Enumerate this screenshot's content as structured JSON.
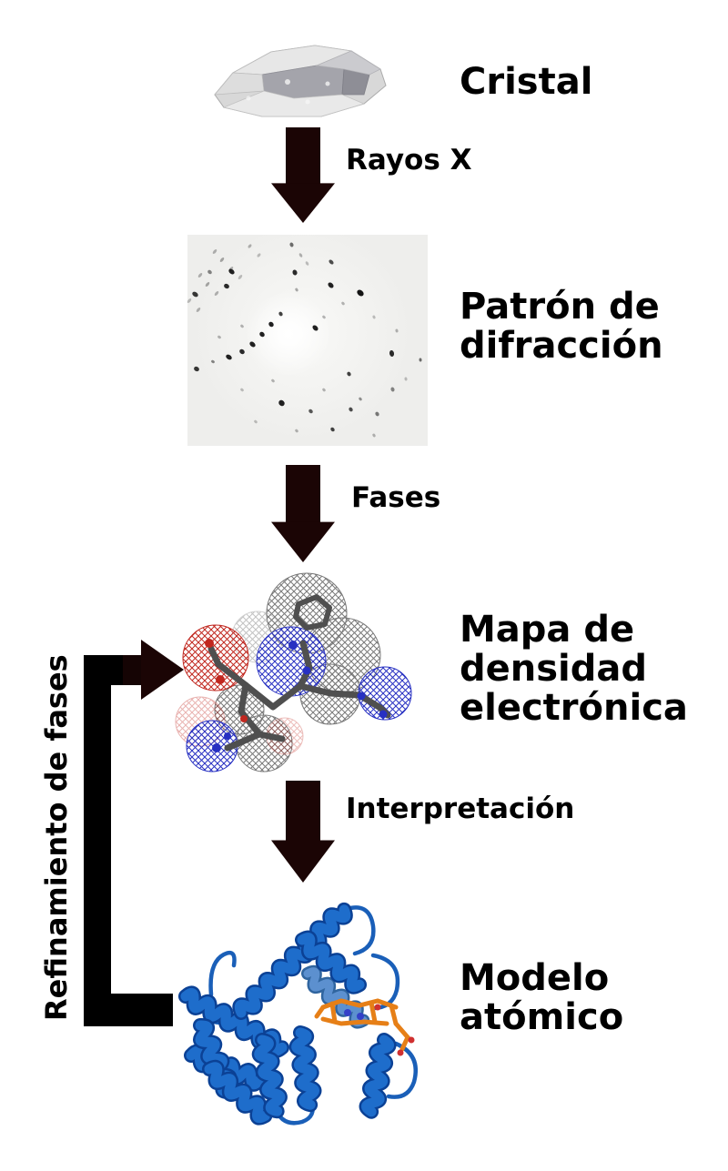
{
  "diagram": {
    "stages": {
      "crystal": {
        "label": "Cristal"
      },
      "diffraction": {
        "line1": "Patrón de",
        "line2": "difracción"
      },
      "density": {
        "line1": "Mapa de",
        "line2": "densidad",
        "line3": "electrónica"
      },
      "model": {
        "line1": "Modelo",
        "line2": "atómico"
      }
    },
    "arrows": {
      "xrays": "Rayos X",
      "phases": "Fases",
      "interpretation": "Interpretación",
      "refinement": "Refinamiento de fases"
    },
    "colors": {
      "arrow_dark_maroon": "#1b0505",
      "loop_black": "#000000",
      "label_text": "#000000",
      "diffraction_background": "#eeeeec",
      "diffraction_spot": "#141414",
      "mesh_gray": "#787878",
      "mesh_red": "#c1271f",
      "mesh_blue": "#2730c2",
      "stick_gray": "#4f4f4f",
      "ribbon_blue": "#1e6dcb",
      "ribbon_blue_dark": "#0b4195",
      "heme_orange": "#e67f17"
    },
    "icon_shapes": [
      "crystal-photo",
      "diffraction-pattern-photo",
      "electron-density-mesh",
      "protein-ribbon-model"
    ],
    "diffraction_spots": [
      [
        48,
        40,
        7,
        5,
        40,
        0.95
      ],
      [
        43,
        56,
        6,
        5,
        30,
        0.9
      ],
      [
        8,
        65,
        7,
        5,
        35,
        0.85
      ],
      [
        24,
        41,
        5,
        4,
        40,
        0.5
      ],
      [
        118,
        41,
        6,
        5,
        70,
        0.9
      ],
      [
        114,
        11,
        5,
        4,
        70,
        0.6
      ],
      [
        158,
        30,
        6,
        4,
        45,
        0.75
      ],
      [
        157,
        55,
        7,
        5,
        45,
        0.95
      ],
      [
        190,
        64,
        8,
        6,
        40,
        1
      ],
      [
        102,
        87,
        5,
        4,
        60,
        0.8
      ],
      [
        92,
        98,
        6,
        5,
        50,
        0.95
      ],
      [
        82,
        109,
        6,
        5,
        45,
        0.95
      ],
      [
        71,
        120,
        7,
        5,
        40,
        0.95
      ],
      [
        60,
        128,
        6,
        5,
        40,
        0.9
      ],
      [
        45,
        134,
        7,
        5,
        35,
        0.95
      ],
      [
        10,
        147,
        6,
        5,
        30,
        0.85
      ],
      [
        140,
        102,
        7,
        5,
        45,
        0.95
      ],
      [
        224,
        130,
        7,
        5,
        80,
        0.9
      ],
      [
        177,
        153,
        5,
        4,
        60,
        0.8
      ],
      [
        103,
        185,
        7,
        6,
        50,
        0.95
      ],
      [
        135,
        194,
        5,
        4,
        45,
        0.7
      ],
      [
        179,
        192,
        5,
        4,
        55,
        0.75
      ],
      [
        159,
        214,
        5,
        4,
        50,
        0.8
      ],
      [
        28,
        139,
        4,
        3,
        30,
        0.5
      ],
      [
        256,
        137,
        4,
        3,
        85,
        0.6
      ],
      [
        225,
        170,
        5,
        4,
        70,
        0.5
      ],
      [
        208,
        197,
        5,
        4,
        60,
        0.55
      ],
      [
        190,
        180,
        4,
        3,
        55,
        0.45
      ],
      [
        30,
        18,
        6,
        3,
        -50,
        0.3
      ],
      [
        38,
        27,
        6,
        3,
        -50,
        0.35
      ],
      [
        48,
        37,
        6,
        3,
        -50,
        0.3
      ],
      [
        14,
        44,
        6,
        3,
        -50,
        0.3
      ],
      [
        22,
        54,
        6,
        3,
        -50,
        0.35
      ],
      [
        32,
        64,
        6,
        3,
        -50,
        0.3
      ],
      [
        2,
        72,
        6,
        3,
        -50,
        0.25
      ],
      [
        12,
        82,
        6,
        3,
        -50,
        0.3
      ],
      [
        58,
        46,
        6,
        3,
        -50,
        0.25
      ],
      [
        68,
        12,
        5,
        3,
        -50,
        0.3
      ],
      [
        78,
        22,
        5,
        3,
        -50,
        0.25
      ],
      [
        124,
        22,
        5,
        3,
        60,
        0.3
      ],
      [
        131,
        31,
        5,
        3,
        60,
        0.25
      ],
      [
        150,
        90,
        4,
        3,
        45,
        0.3
      ],
      [
        120,
        60,
        4,
        3,
        60,
        0.35
      ],
      [
        171,
        75,
        4,
        3,
        50,
        0.3
      ],
      [
        60,
        100,
        4,
        3,
        40,
        0.3
      ],
      [
        35,
        112,
        4,
        3,
        35,
        0.3
      ],
      [
        94,
        160,
        4,
        3,
        45,
        0.3
      ],
      [
        60,
        170,
        4,
        3,
        40,
        0.25
      ],
      [
        150,
        170,
        4,
        3,
        50,
        0.3
      ],
      [
        205,
        90,
        4,
        3,
        70,
        0.25
      ],
      [
        230,
        105,
        4,
        3,
        75,
        0.3
      ],
      [
        240,
        158,
        4,
        3,
        80,
        0.25
      ],
      [
        205,
        220,
        4,
        3,
        60,
        0.3
      ],
      [
        120,
        215,
        4,
        3,
        50,
        0.3
      ],
      [
        75,
        205,
        4,
        3,
        45,
        0.25
      ]
    ]
  }
}
